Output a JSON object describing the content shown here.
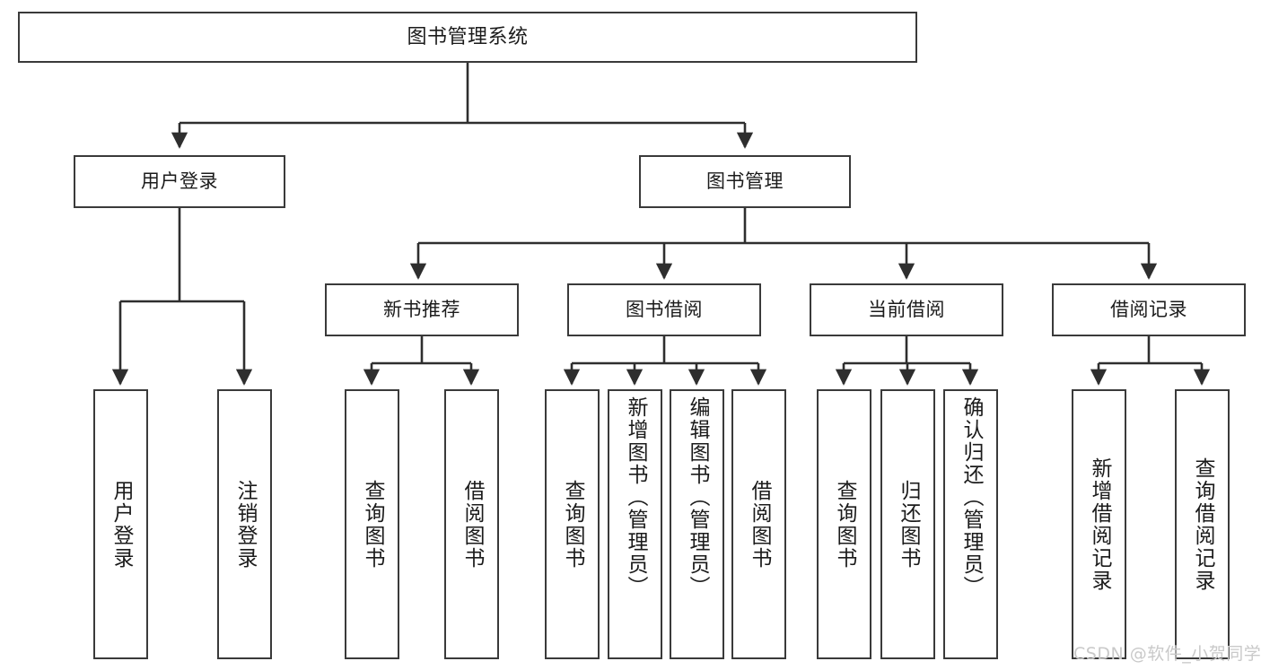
{
  "diagram": {
    "type": "tree",
    "title": "图书管理系统",
    "watermark": "CSDN @软件_小贺同学",
    "colors": {
      "stroke": "#3a3a3a",
      "fill": "#ffffff",
      "text": "#1b1b1b",
      "watermark": "#c9c9c9"
    },
    "levels": {
      "level0": [
        {
          "id": "root",
          "label": "图书管理系统"
        }
      ],
      "level1": [
        {
          "id": "user-login",
          "label": "用户登录"
        },
        {
          "id": "book-manage",
          "label": "图书管理"
        }
      ],
      "level2": [
        {
          "id": "new-book-rec",
          "label": "新书推荐",
          "parent": "book-manage"
        },
        {
          "id": "book-borrow",
          "label": "图书借阅",
          "parent": "book-manage"
        },
        {
          "id": "current-borrow",
          "label": "当前借阅",
          "parent": "book-manage"
        },
        {
          "id": "borrow-record",
          "label": "借阅记录",
          "parent": "book-manage"
        }
      ],
      "level3": [
        {
          "id": "leaf-user-login",
          "label": "用户登录",
          "parent": "user-login"
        },
        {
          "id": "leaf-logout",
          "label": "注销登录",
          "parent": "user-login"
        },
        {
          "id": "leaf-query-book-1",
          "label": "查询图书",
          "parent": "new-book-rec"
        },
        {
          "id": "leaf-borrow-book-1",
          "label": "借阅图书",
          "parent": "new-book-rec"
        },
        {
          "id": "leaf-query-book-2",
          "label": "查询图书",
          "parent": "book-borrow"
        },
        {
          "id": "leaf-add-book",
          "label": "新增图书（管理员）",
          "parent": "book-borrow"
        },
        {
          "id": "leaf-edit-book",
          "label": "编辑图书（管理员）",
          "parent": "book-borrow"
        },
        {
          "id": "leaf-borrow-book-2",
          "label": "借阅图书",
          "parent": "book-borrow"
        },
        {
          "id": "leaf-query-book-3",
          "label": "查询图书",
          "parent": "current-borrow"
        },
        {
          "id": "leaf-return-book",
          "label": "归还图书",
          "parent": "current-borrow"
        },
        {
          "id": "leaf-confirm-return",
          "label": "确认归还（管理员）",
          "parent": "current-borrow"
        },
        {
          "id": "leaf-add-record",
          "label": "新增借阅记录",
          "parent": "borrow-record"
        },
        {
          "id": "leaf-query-record",
          "label": "查询借阅记录",
          "parent": "borrow-record"
        }
      ]
    }
  }
}
